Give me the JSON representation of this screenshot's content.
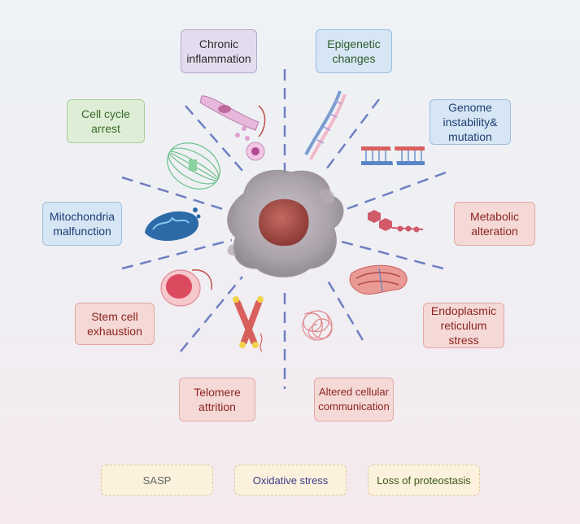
{
  "labels": {
    "chronic_inflammation": "Chronic\ninflammation",
    "epigenetic_changes": "Epigenetic\nchanges",
    "cell_cycle_arrest": "Cell cycle\narrest",
    "genome_instability": "Genome\ninstability&\nmutation",
    "mitochondria_malfunction": "Mitochondria\nmalfunction",
    "metabolic_alteration": "Metabolic\nalteration",
    "stem_cell_exhaustion": "Stem cell\nexhaustion",
    "er_stress": "Endoplasmic\nreticulum\nstress",
    "telomere_attrition": "Telomere\nattrition",
    "altered_communication": "Altered cellular\ncommunication"
  },
  "bottom": {
    "sasp": "SASP",
    "oxidative_stress": "Oxidative stress",
    "loss_of_proteostasis": "Loss of proteostasis"
  },
  "colors": {
    "dash_line": "#6f7fc2",
    "purple_text": "#2a2a2a",
    "green_text": "#3a6a2a",
    "blue_text": "#1f3c74",
    "red_text": "#8c2320",
    "sasp_text": "#666666",
    "oxidative_text": "#3a3a8a",
    "proteostasis_text": "#3a5a1a"
  }
}
